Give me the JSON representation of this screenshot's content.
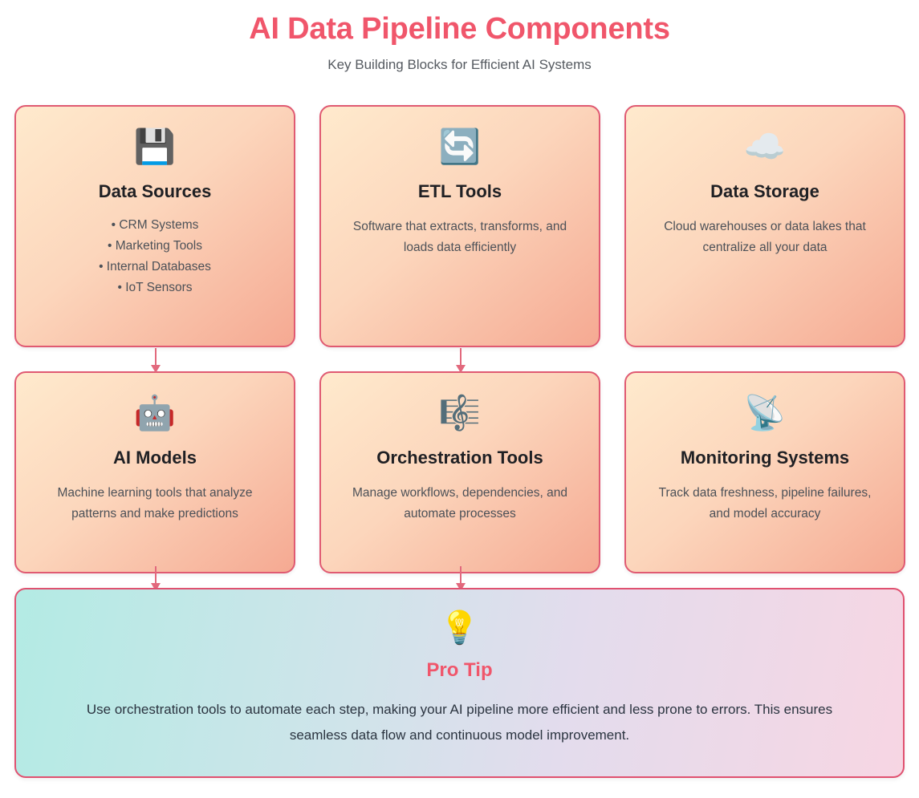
{
  "header": {
    "title": "AI Data Pipeline Components",
    "subtitle": "Key Building Blocks for Efficient AI Systems",
    "title_color": "#f0566b",
    "subtitle_color": "#555a60"
  },
  "cards": [
    {
      "icon": "💾",
      "icon_name": "floppy-disk-icon",
      "title": "Data Sources",
      "items": [
        "• CRM Systems",
        "• Marketing Tools",
        "• Internal Databases",
        "• IoT Sensors"
      ]
    },
    {
      "icon": "🔄",
      "icon_name": "refresh-sync-icon",
      "title": "ETL Tools",
      "description": "Software that extracts, transforms, and loads data efficiently"
    },
    {
      "icon": "☁️",
      "icon_name": "cloud-icon",
      "title": "Data Storage",
      "description": "Cloud warehouses or data lakes that centralize all your data"
    },
    {
      "icon": "🤖",
      "icon_name": "robot-icon",
      "title": "AI Models",
      "description": "Machine learning tools that analyze patterns and make predictions"
    },
    {
      "icon": "🎼",
      "icon_name": "musical-score-icon",
      "title": "Orchestration Tools",
      "description": "Manage workflows, dependencies, and automate processes"
    },
    {
      "icon": "📡",
      "icon_name": "satellite-antenna-icon",
      "title": "Monitoring Systems",
      "description": "Track data freshness, pipeline failures, and model accuracy"
    }
  ],
  "protip": {
    "icon": "💡",
    "icon_name": "lightbulb-icon",
    "title": "Pro Tip",
    "text": "Use orchestration tools to automate each step, making your AI pipeline more efficient and less prone to errors. This ensures seamless data flow and continuous model improvement.",
    "title_color": "#f0566b",
    "gradient_start": "#b3ebe4",
    "gradient_end": "#f7d6e3"
  },
  "style": {
    "card_border_color": "#e05a72",
    "card_gradient_start": "#ffeacd",
    "card_gradient_end": "#f5a992",
    "arrow_color": "#e2697d"
  }
}
